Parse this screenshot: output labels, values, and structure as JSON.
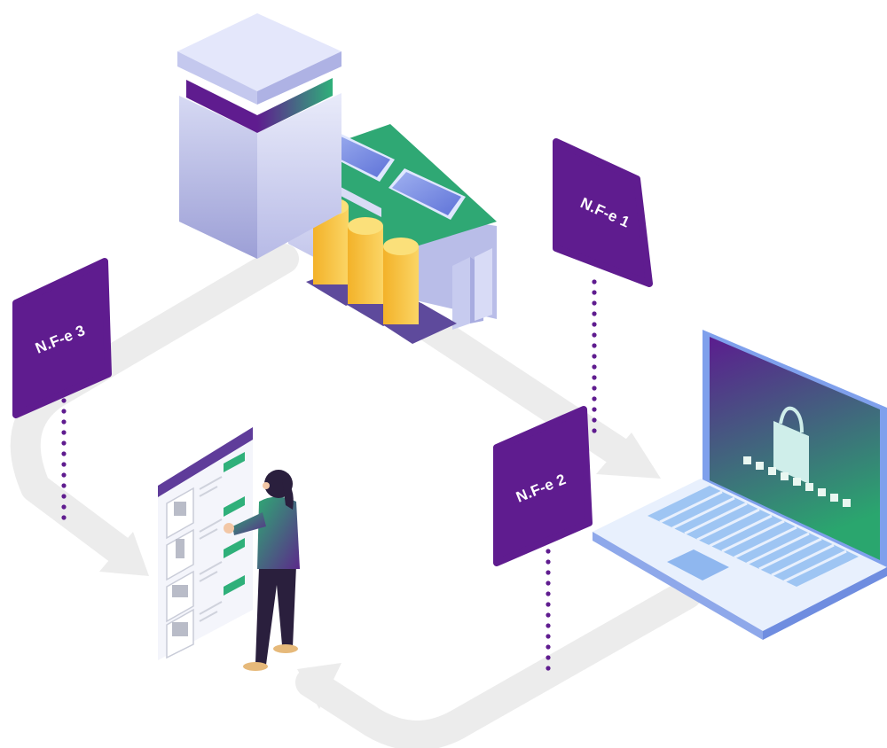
{
  "tags": [
    {
      "label": "N.F-e 1"
    },
    {
      "label": "N.F-e 2"
    },
    {
      "label": "N.F-e 3"
    }
  ],
  "colors": {
    "brand_purple": "#5f1c8f",
    "accent_green": "#2fb07a",
    "flow_arrow_gray": "#ececec",
    "coin_gold": "#f5c13d",
    "screen_top": "#5b1d8f",
    "screen_bottom": "#2aa66e"
  },
  "icons": {
    "factory": "factory-building-icon",
    "laptop": "laptop-icon",
    "shopping_bag": "shopping-bag-icon",
    "person": "person-icon",
    "catalog": "product-catalog-icon"
  }
}
